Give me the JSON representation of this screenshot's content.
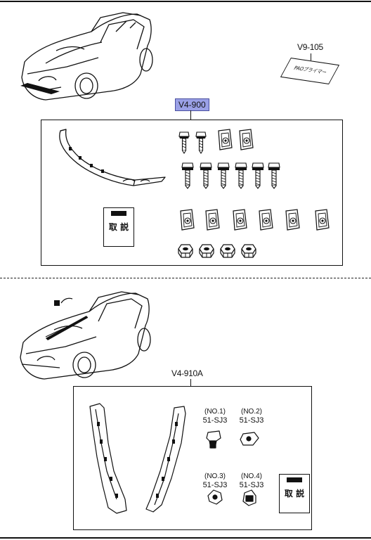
{
  "top_kit": {
    "code": "V4-900",
    "highlight_color": "#9aa0e6",
    "manual_text": "取 説"
  },
  "primer": {
    "code": "V9-105",
    "pack_text": "PAOプライマー"
  },
  "bottom_kit": {
    "code": "V4-910A",
    "parts": [
      {
        "no": "(NO.1)",
        "part": "51-SJ3"
      },
      {
        "no": "(NO.2)",
        "part": "51-SJ3"
      },
      {
        "no": "(NO.3)",
        "part": "51-SJ3"
      },
      {
        "no": "(NO.4)",
        "part": "51-SJ3"
      }
    ],
    "manual_text": "取 説"
  }
}
